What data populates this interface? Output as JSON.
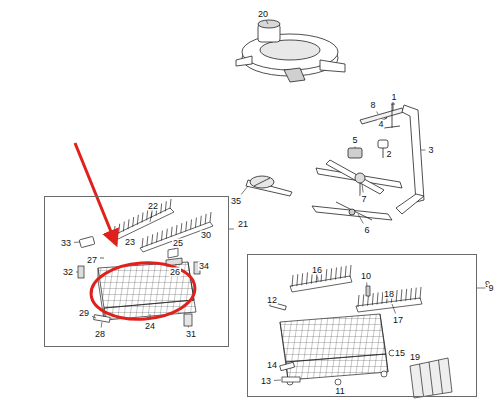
{
  "diagram": {
    "nodes": [
      {
        "text": [
          "21"
        ]
      },
      {
        "text": [
          "9"
        ]
      }
    ],
    "labels": [
      "20",
      "1",
      "8",
      "4",
      "5",
      "2",
      "3",
      "7",
      "35",
      "6",
      "22",
      "30",
      "23",
      "33",
      "25",
      "27",
      "26",
      "34",
      "32",
      "29",
      "31",
      "24",
      "28",
      "16",
      "10",
      "12",
      "18",
      "17",
      "9",
      "15",
      "14",
      "13",
      "11",
      "19"
    ]
  }
}
